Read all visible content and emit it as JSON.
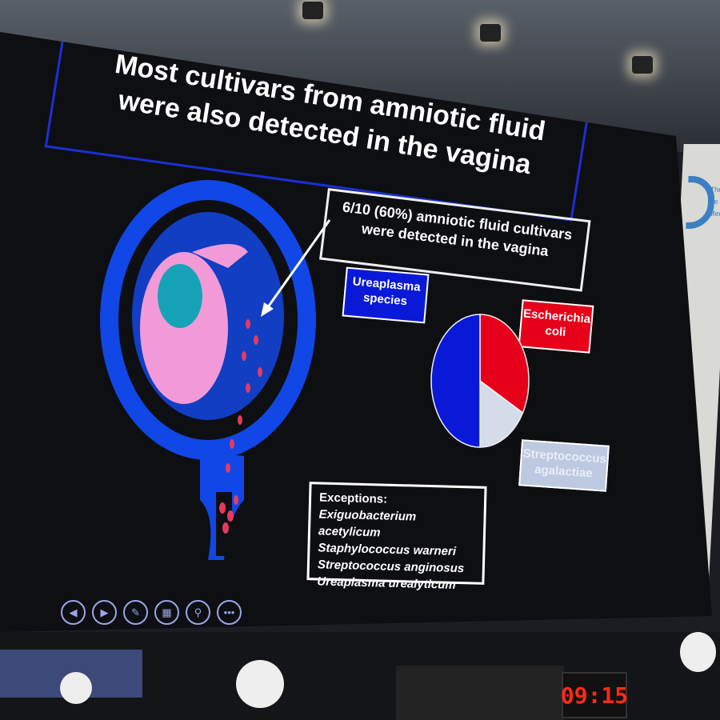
{
  "slide": {
    "title": "Most cultivars from amniotic fluid were also detected in the vagina",
    "callout": "6/10 (60%) amniotic fluid cultivars were detected in the vagina",
    "labels": {
      "ureaplasma": "Ureaplasma species",
      "ecoli": "Escherichia coli",
      "strep": "Streptococcus agalactiae"
    },
    "exceptions": {
      "heading": "Exceptions:",
      "items": [
        "Exiguobacterium acetylicum",
        "Staphylococcus warneri",
        "Streptococcus anginosus",
        "Ureaplasma urealyticum"
      ]
    },
    "nav_icons": [
      "previous-icon",
      "next-icon",
      "pen-icon",
      "slides-icon",
      "zoom-icon",
      "more-icon"
    ]
  },
  "chart_data": {
    "type": "pie",
    "categories": [
      "Ureaplasma species",
      "Escherichia coli",
      "Streptococcus agalactiae"
    ],
    "values": [
      50,
      33,
      17
    ],
    "colors": [
      "#0a19d8",
      "#e60019",
      "#d4dcea"
    ]
  },
  "banner": {
    "text_line1": "The Fe",
    "text_line2": "Medic"
  },
  "clock": {
    "time": "09:15"
  }
}
